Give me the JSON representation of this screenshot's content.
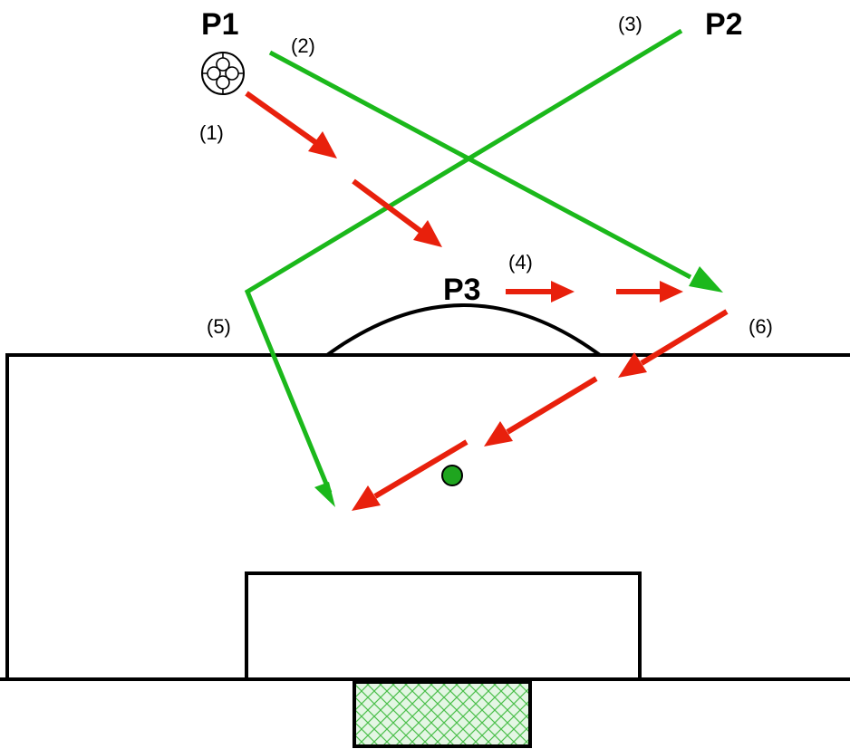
{
  "colors": {
    "pass": "#e8200c",
    "run": "#1bb81b",
    "lines": "#000000",
    "net": "#4cbf4c",
    "net_fill": "#e4f6e4",
    "spot": "#1fa51f"
  },
  "players": {
    "p1": "P1",
    "p2": "P2",
    "p3": "P3"
  },
  "steps": {
    "s1": "(1)",
    "s2": "(2)",
    "s3": "(3)",
    "s4": "(4)",
    "s5": "(5)",
    "s6": "(6)"
  },
  "icons": {
    "ball": "soccer-ball-icon"
  }
}
